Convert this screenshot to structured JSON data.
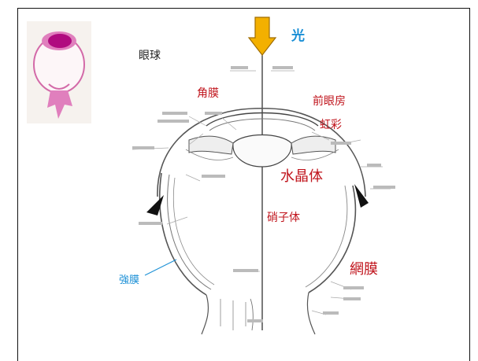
{
  "slide": {
    "thumb_title": "眼球",
    "light": "光",
    "labels": {
      "cornea": "角膜",
      "anterior_chamber": "前眼房",
      "iris": "虹彩",
      "lens": "水晶体",
      "vitreous": "硝子体",
      "retina": "網膜",
      "sclera": "強膜"
    }
  },
  "colors": {
    "label_red": "#c0141c",
    "label_blue": "#1a8fd6",
    "arrow_fill": "#f3b000",
    "arrow_stroke": "#a06d00",
    "thumb_purple": "#c0118f",
    "thumb_pink": "#e07fbd"
  },
  "icons": {
    "arrow": "down-arrow-icon"
  }
}
